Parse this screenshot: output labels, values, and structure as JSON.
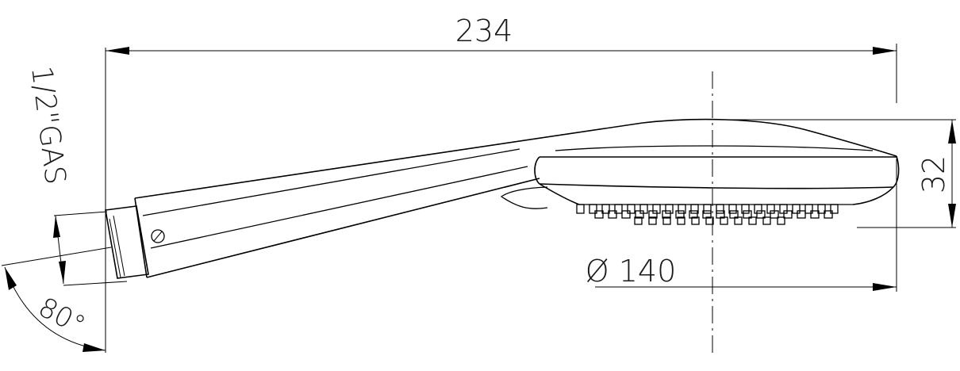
{
  "dimensions": {
    "length": "234",
    "thread": "1/2\"GAS",
    "height": "32",
    "diameter": "Ø 140",
    "angle": "80°"
  },
  "colors": {
    "line": "#000000",
    "background": "#ffffff"
  }
}
